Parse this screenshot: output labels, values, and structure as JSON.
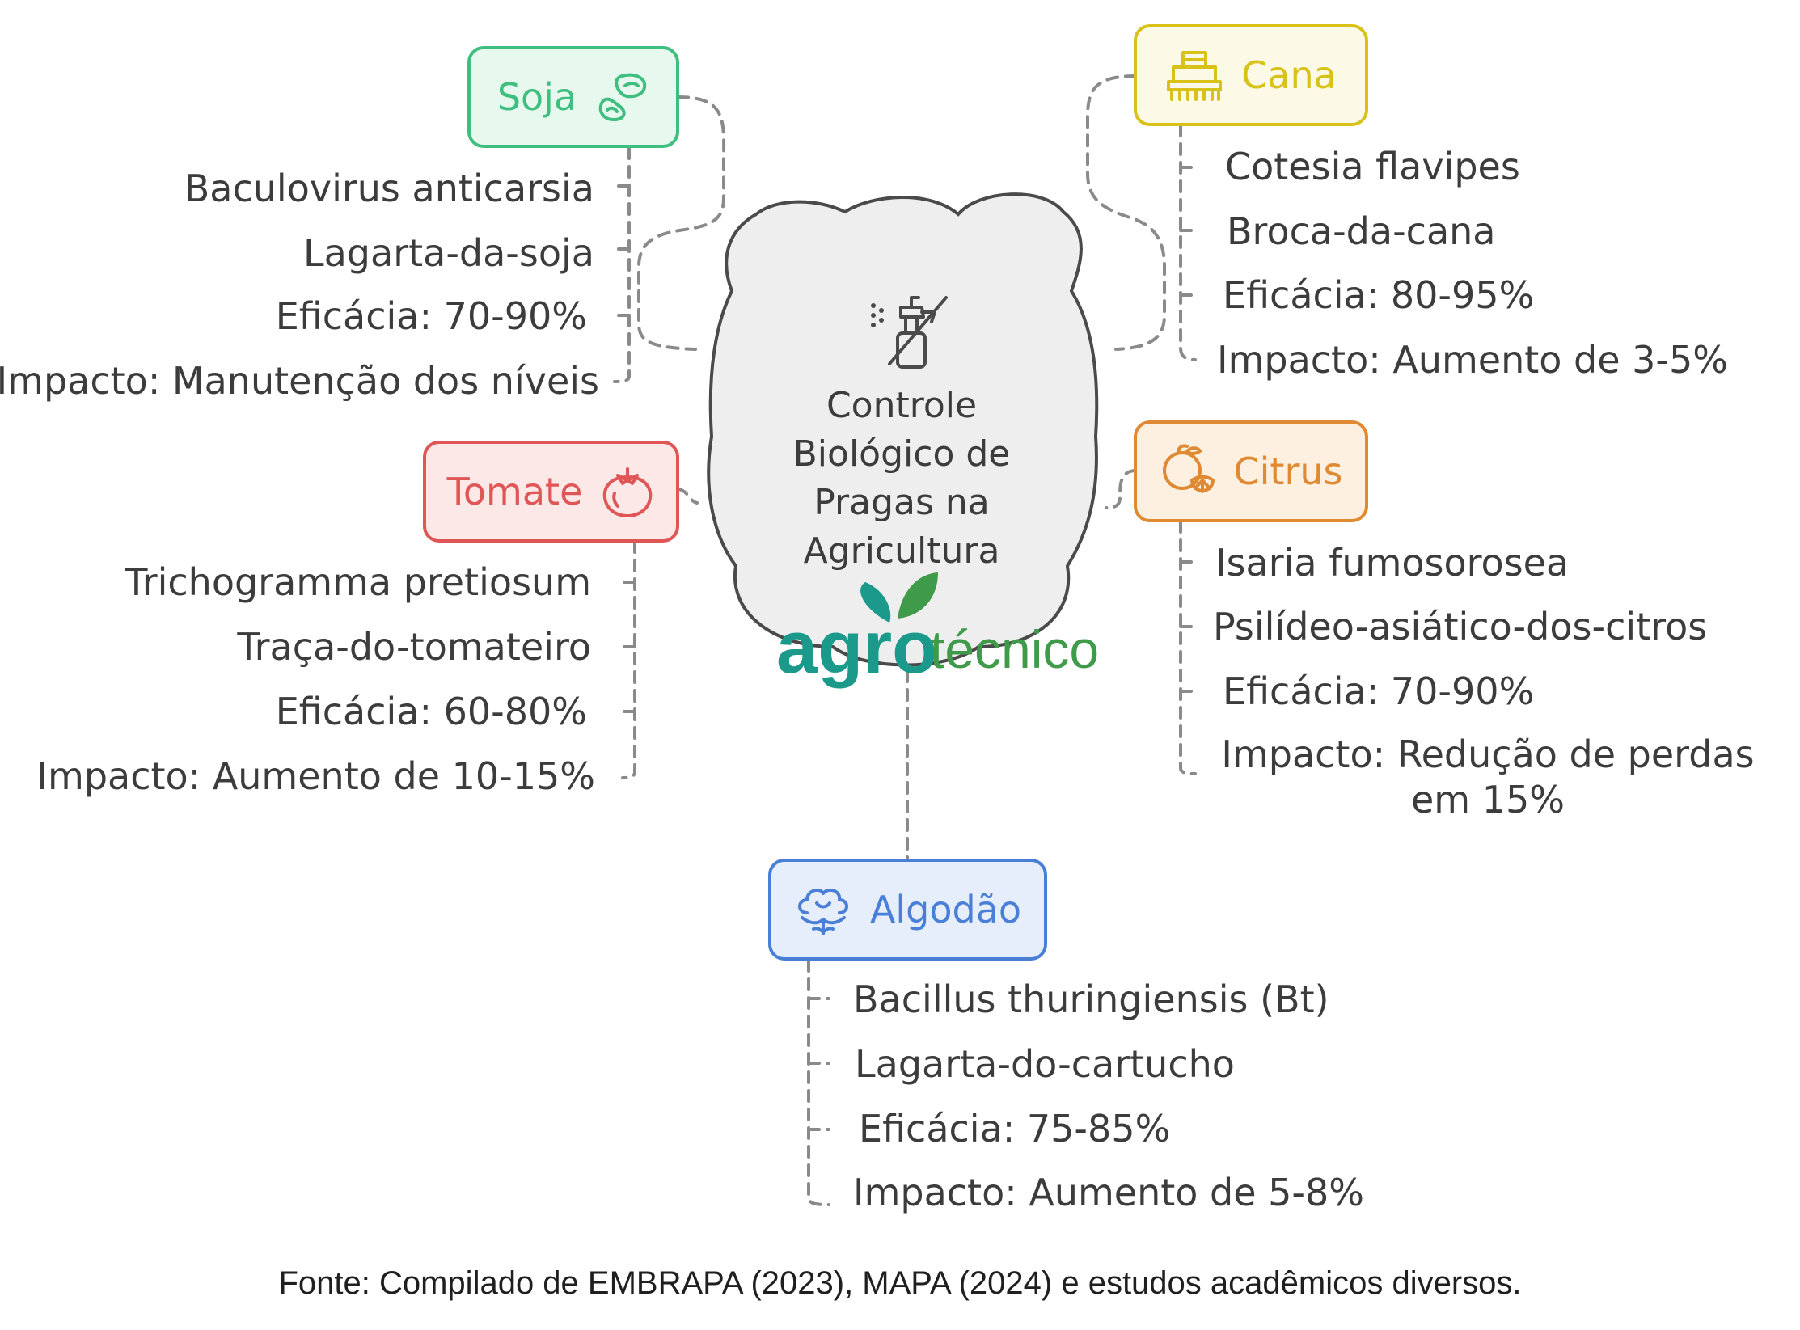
{
  "center": {
    "title": "Controle Biológico de Pragas na Agricultura",
    "icon": "no-spray-icon"
  },
  "logo": {
    "part1": "agro",
    "part2": "técnico",
    "icon": "leaf-icon"
  },
  "colors": {
    "soja": "#3fbf7f",
    "cana": "#d8c21a",
    "citrus": "#df8a32",
    "tomate": "#e05656",
    "algodao": "#4a7fd8",
    "wire": "#8a8a8a",
    "logo_teal": "#1b9a8c",
    "logo_green": "#3f9a49"
  },
  "crops": {
    "soja": {
      "label": "Soja",
      "icon": "soybean-icon",
      "items": [
        "Baculovirus anticarsia",
        "Lagarta-da-soja",
        "Eficácia: 70-90%",
        "Impacto: Manutenção dos níveis"
      ]
    },
    "cana": {
      "label": "Cana",
      "icon": "harvester-icon",
      "items": [
        "Cotesia flavipes",
        "Broca-da-cana",
        "Eficácia: 80-95%",
        "Impacto: Aumento de 3-5%"
      ]
    },
    "tomate": {
      "label": "Tomate",
      "icon": "tomato-icon",
      "items": [
        "Trichogramma pretiosum",
        "Traça-do-tomateiro",
        "Eficácia: 60-80%",
        "Impacto: Aumento de 10-15%"
      ]
    },
    "citrus": {
      "label": "Citrus",
      "icon": "citrus-icon",
      "items": [
        "Isaria fumosorosea",
        "Psilídeo-asiático-dos-citros",
        "Eficácia: 70-90%",
        "Impacto: Redução de perdas em 15%"
      ]
    },
    "algodao": {
      "label": "Algodão",
      "icon": "cotton-icon",
      "items": [
        "Bacillus thuringiensis (Bt)",
        "Lagarta-do-cartucho",
        "Eficácia: 75-85%",
        "Impacto: Aumento de 5-8%"
      ]
    }
  },
  "source": "Fonte: Compilado de EMBRAPA (2023), MAPA (2024) e estudos acadêmicos diversos."
}
